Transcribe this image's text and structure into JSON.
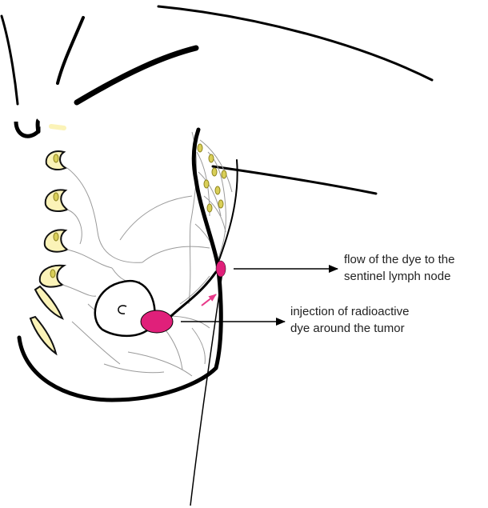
{
  "labels": {
    "flow_line1": "flow of the dye to the",
    "flow_line2": "sentinel lymph node",
    "injection_line1": "injection of radioactive",
    "injection_line2": "dye around the tumor"
  },
  "colors": {
    "ink": "#000000",
    "vessel": "#9a9a9a",
    "node_fill": "#d9cf58",
    "node_stroke": "#8f8520",
    "rib_fill": "#fbf3b8",
    "rib_stroke": "#111111",
    "dye": "#e0207a",
    "dye_arrow": "#e83a8a"
  }
}
